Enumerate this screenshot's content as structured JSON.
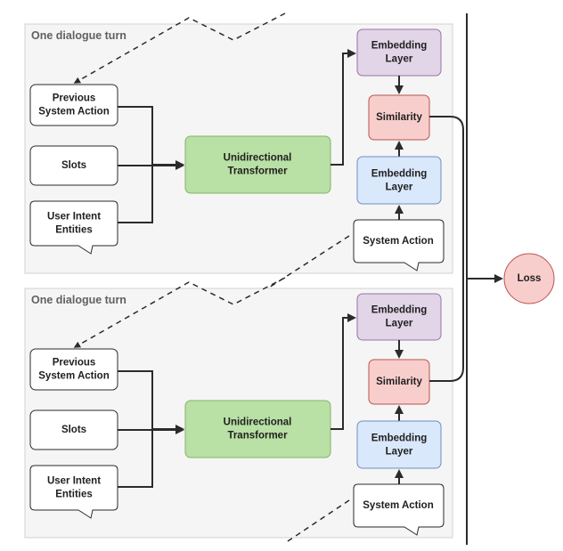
{
  "turns": [
    {
      "label": "One dialogue turn",
      "inputs": [
        "Previous\nSystem Action",
        "Slots",
        "User Intent\nEntities"
      ],
      "transformer": "Unidirectional\nTransformer",
      "embedding_top": "Embedding\nLayer",
      "similarity": "Similarity",
      "embedding_bottom": "Embedding\nLayer",
      "system_action": "System Action"
    },
    {
      "label": "One dialogue turn",
      "inputs": [
        "Previous\nSystem Action",
        "Slots",
        "User Intent\nEntities"
      ],
      "transformer": "Unidirectional\nTransformer",
      "embedding_top": "Embedding\nLayer",
      "similarity": "Similarity",
      "embedding_bottom": "Embedding\nLayer",
      "system_action": "System Action"
    }
  ],
  "loss": "Loss",
  "colors": {
    "transformer_fill": "#b9e0a5",
    "embedding_top_fill": "#e1d5e7",
    "similarity_fill": "#f8cecc",
    "embedding_bottom_fill": "#dae8fc",
    "loss_fill": "#f8cecc"
  }
}
